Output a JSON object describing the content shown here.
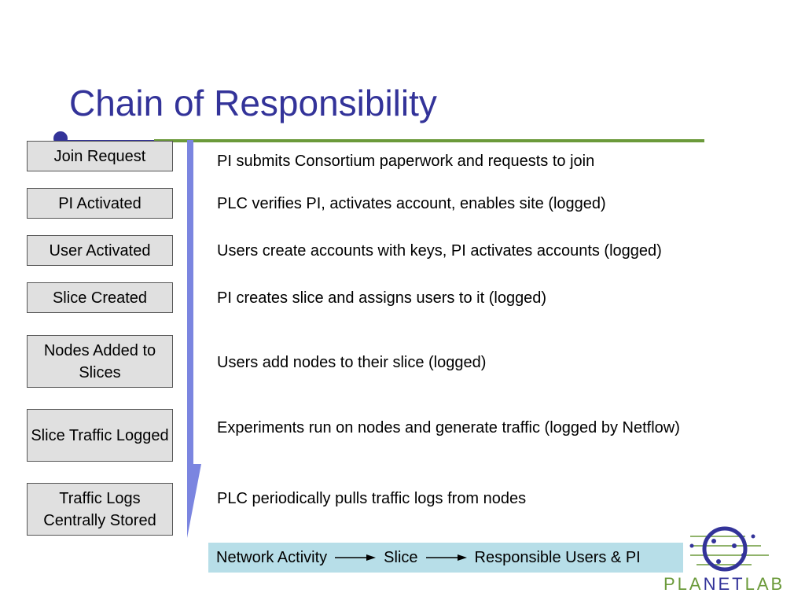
{
  "title": "Chain of Responsibility",
  "steps": [
    {
      "label": "Join Request",
      "description": "PI submits Consortium paperwork and requests to join"
    },
    {
      "label": "PI Activated",
      "description": "PLC verifies PI, activates account, enables site (logged)"
    },
    {
      "label": "User Activated",
      "description": "Users create accounts with keys, PI activates accounts (logged)"
    },
    {
      "label": "Slice Created",
      "description": "PI creates slice and assigns users to it (logged)"
    },
    {
      "label": "Nodes Added to Slices",
      "description": "Users add nodes to their slice (logged)"
    },
    {
      "label": "Slice Traffic Logged",
      "description": "Experiments run on nodes and generate traffic (logged by Netflow)"
    },
    {
      "label": "Traffic Logs Centrally Stored",
      "description": "PLC periodically pulls traffic logs from nodes"
    }
  ],
  "footer": {
    "item1": "Network Activity",
    "item2": "Slice",
    "item3": "Responsible Users & PI"
  },
  "logo": {
    "part1": "PLA",
    "part2": "NET",
    "part3": "LAB"
  },
  "colors": {
    "title": "#333399",
    "accent_line": "#6b9a3a",
    "flow_arrow": "#7b85e0",
    "box_fill": "#e0e0e0",
    "footer_fill": "#b7dee8"
  }
}
